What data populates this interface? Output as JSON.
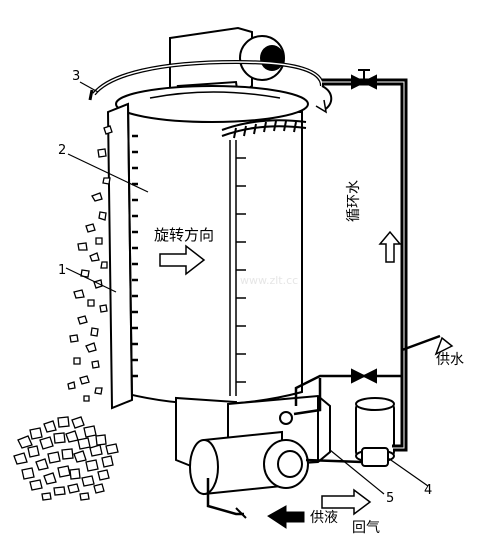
{
  "callouts": {
    "n1": "1",
    "n2": "2",
    "n3": "3",
    "n4": "4",
    "n5": "5"
  },
  "labels": {
    "rotation": "旋转方向",
    "circulating_water": "循环水",
    "water_supply": "供水",
    "liquid_supply": "供液",
    "return_gas": "回气"
  },
  "watermark": {
    "text": "www.zlt.cc"
  },
  "colors": {
    "ink": "#000000",
    "paper": "#ffffff",
    "watermark": "#e6e6e6"
  }
}
